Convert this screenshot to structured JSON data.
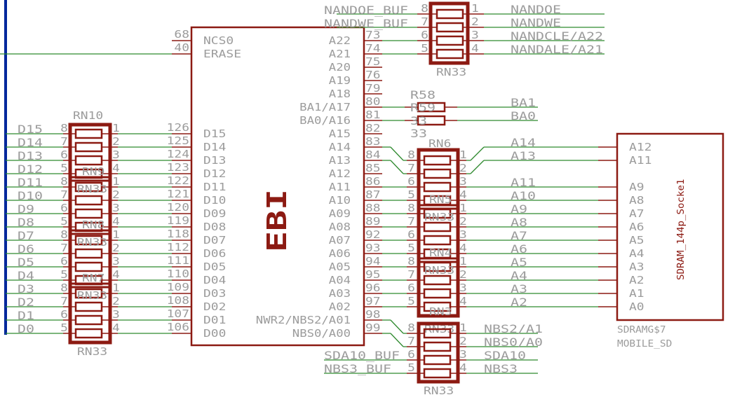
{
  "colors": {
    "wire": "#2f8a2f",
    "part": "#8c1a12",
    "text": "#9c9c9c",
    "bus": "#00279c"
  },
  "ebi": {
    "name": "EBI",
    "left_top": [
      {
        "pin": "68",
        "name": "NCS0"
      },
      {
        "pin": "40",
        "name": "ERASE"
      }
    ],
    "left_data": [
      {
        "pin": "126",
        "name": "D15",
        "net": "D15"
      },
      {
        "pin": "125",
        "name": "D14",
        "net": "D14"
      },
      {
        "pin": "124",
        "name": "D13",
        "net": "D13"
      },
      {
        "pin": "123",
        "name": "D12",
        "net": "D12"
      },
      {
        "pin": "122",
        "name": "D11",
        "net": "D11"
      },
      {
        "pin": "121",
        "name": "D10",
        "net": "D10"
      },
      {
        "pin": "120",
        "name": "D09",
        "net": "D9"
      },
      {
        "pin": "119",
        "name": "D08",
        "net": "D8"
      },
      {
        "pin": "118",
        "name": "D07",
        "net": "D7"
      },
      {
        "pin": "112",
        "name": "D06",
        "net": "D6"
      },
      {
        "pin": "111",
        "name": "D05",
        "net": "D5"
      },
      {
        "pin": "110",
        "name": "D04",
        "net": "D4"
      },
      {
        "pin": "109",
        "name": "D03",
        "net": "D3"
      },
      {
        "pin": "108",
        "name": "D02",
        "net": "D2"
      },
      {
        "pin": "107",
        "name": "D01",
        "net": "D1"
      },
      {
        "pin": "106",
        "name": "D00",
        "net": "D0"
      }
    ],
    "right": [
      {
        "pin": "73",
        "name": "A22"
      },
      {
        "pin": "74",
        "name": "A21"
      },
      {
        "pin": "75",
        "name": "A20"
      },
      {
        "pin": "76",
        "name": "A19"
      },
      {
        "pin": "79",
        "name": "A18"
      },
      {
        "pin": "80",
        "name": "BA1/A17"
      },
      {
        "pin": "81",
        "name": "BA0/A16"
      },
      {
        "pin": "82",
        "name": "A15"
      },
      {
        "pin": "83",
        "name": "A14"
      },
      {
        "pin": "84",
        "name": "A13"
      },
      {
        "pin": "85",
        "name": "A12"
      },
      {
        "pin": "86",
        "name": "A11"
      },
      {
        "pin": "87",
        "name": "A10"
      },
      {
        "pin": "88",
        "name": "A09"
      },
      {
        "pin": "89",
        "name": "A08"
      },
      {
        "pin": "92",
        "name": "A07"
      },
      {
        "pin": "93",
        "name": "A06"
      },
      {
        "pin": "94",
        "name": "A05"
      },
      {
        "pin": "95",
        "name": "A04"
      },
      {
        "pin": "96",
        "name": "A03"
      },
      {
        "pin": "97",
        "name": "A02"
      },
      {
        "pin": "98",
        "name": "NWR2/NBS2/A01"
      },
      {
        "pin": "99",
        "name": "NBS0/A00"
      }
    ]
  },
  "rn_pins": {
    "left": [
      "8",
      "7",
      "6",
      "5"
    ],
    "right": [
      "1",
      "2",
      "3",
      "4"
    ]
  },
  "rn_left": {
    "top_label": "RN10",
    "mid_labels": [
      "RN9",
      "RN33",
      "RN8",
      "RN33",
      "RN7",
      "RN33"
    ],
    "bottom_label": "RN33"
  },
  "rn_right": {
    "top_label": "RN6",
    "mid_labels": [
      "RN5",
      "RN33",
      "RN4",
      "RN33",
      "RN3",
      "RN33"
    ],
    "nets": [
      "A14",
      "A13",
      "A11",
      "A10",
      "A9",
      "A8",
      "A7",
      "A6",
      "A5",
      "A4",
      "A3",
      "A2"
    ]
  },
  "rn_bottom": {
    "left_nets": [
      "SDA10_BUF",
      "NBS3_BUF"
    ],
    "right_nets": [
      "NBS2/A1",
      "NBS0/A0",
      "SDA10",
      "NBS3"
    ],
    "bottom_label": "RN33"
  },
  "rn_top": {
    "left_nets": [
      "NANDOE_BUF",
      "NANDWE_BUF"
    ],
    "right_nets": [
      "NANDOE",
      "NANDWE",
      "NANDCLE/A22",
      "NANDALE/A21"
    ],
    "bottom_label": "RN33"
  },
  "resistors": {
    "names": [
      "R58",
      "R59"
    ],
    "values": [
      "33",
      "33"
    ],
    "nets": [
      "BA1",
      "BA0"
    ]
  },
  "sdram": {
    "pins": [
      "A12",
      "A11",
      "A9",
      "A8",
      "A7",
      "A6",
      "A5",
      "A4",
      "A3",
      "A2",
      "A1",
      "A0"
    ],
    "part": "SDRAM_144p_Socke1",
    "name": "SDRAMG$7",
    "value": "MOBILE_SD"
  }
}
